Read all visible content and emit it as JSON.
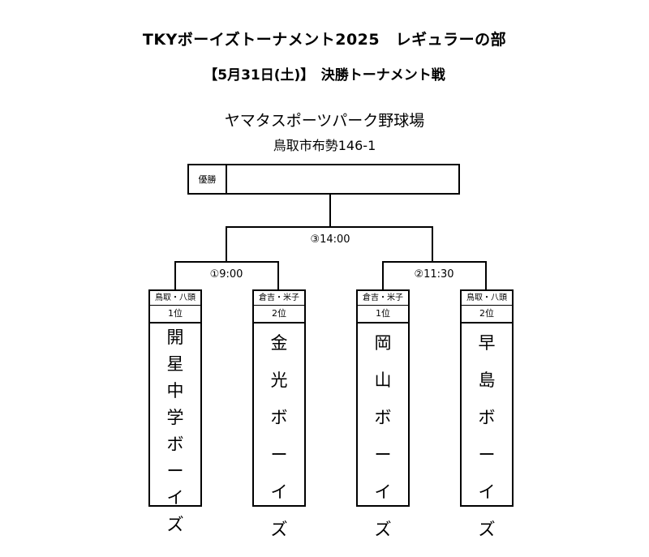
{
  "title": "TKYボーイズトーナメント2025　レギュラーの部",
  "subtitle": "【5月31日(土)】　決勝トーナメント戦",
  "venue": "ヤマタスポーツパーク野球場",
  "address": "鳥取市布勢146-1",
  "winner_label": "優勝",
  "games": {
    "final": "③14:00",
    "semi1": "①9:00",
    "semi2": "②11:30"
  },
  "teams": [
    {
      "region": "鳥取・八頭",
      "rank": "1位",
      "name_chars": [
        "開",
        "星",
        "中",
        "学",
        "ボ",
        "ー",
        "イ",
        "ズ"
      ]
    },
    {
      "region": "倉吉・米子",
      "rank": "2位",
      "name_chars": [
        "金",
        "光",
        "ボ",
        "ー",
        "イ",
        "ズ"
      ]
    },
    {
      "region": "倉吉・米子",
      "rank": "1位",
      "name_chars": [
        "岡",
        "山",
        "ボ",
        "ー",
        "イ",
        "ズ"
      ]
    },
    {
      "region": "鳥取・八頭",
      "rank": "2位",
      "name_chars": [
        "早",
        "島",
        "ボ",
        "ー",
        "イ",
        "ズ"
      ]
    }
  ]
}
